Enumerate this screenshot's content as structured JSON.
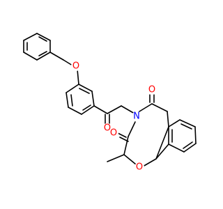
{
  "molecule": {
    "colors": {
      "bond": "#000000",
      "oxygen": "#ff0000",
      "nitrogen": "#0000ff",
      "methyl_text": "#000000"
    },
    "atom_labels": [
      {
        "id": "ether-oxygen-benzyloxy",
        "element": "O",
        "text": "O",
        "color": "#ff0000"
      },
      {
        "id": "ketone-oxygen",
        "element": "O",
        "text": "O",
        "color": "#ff0000"
      },
      {
        "id": "ring-nitrogen",
        "element": "N",
        "text": "N",
        "color": "#0000ff"
      },
      {
        "id": "c5-carbonyl-oxygen",
        "element": "O",
        "text": "O",
        "color": "#ff0000"
      },
      {
        "id": "c3-carbonyl-oxygen",
        "element": "O",
        "text": "O",
        "color": "#ff0000"
      },
      {
        "id": "ring-oxygen",
        "element": "O",
        "text": "O",
        "color": "#ff0000"
      }
    ],
    "substituent_labels": {
      "methyl": "Methyl"
    }
  }
}
